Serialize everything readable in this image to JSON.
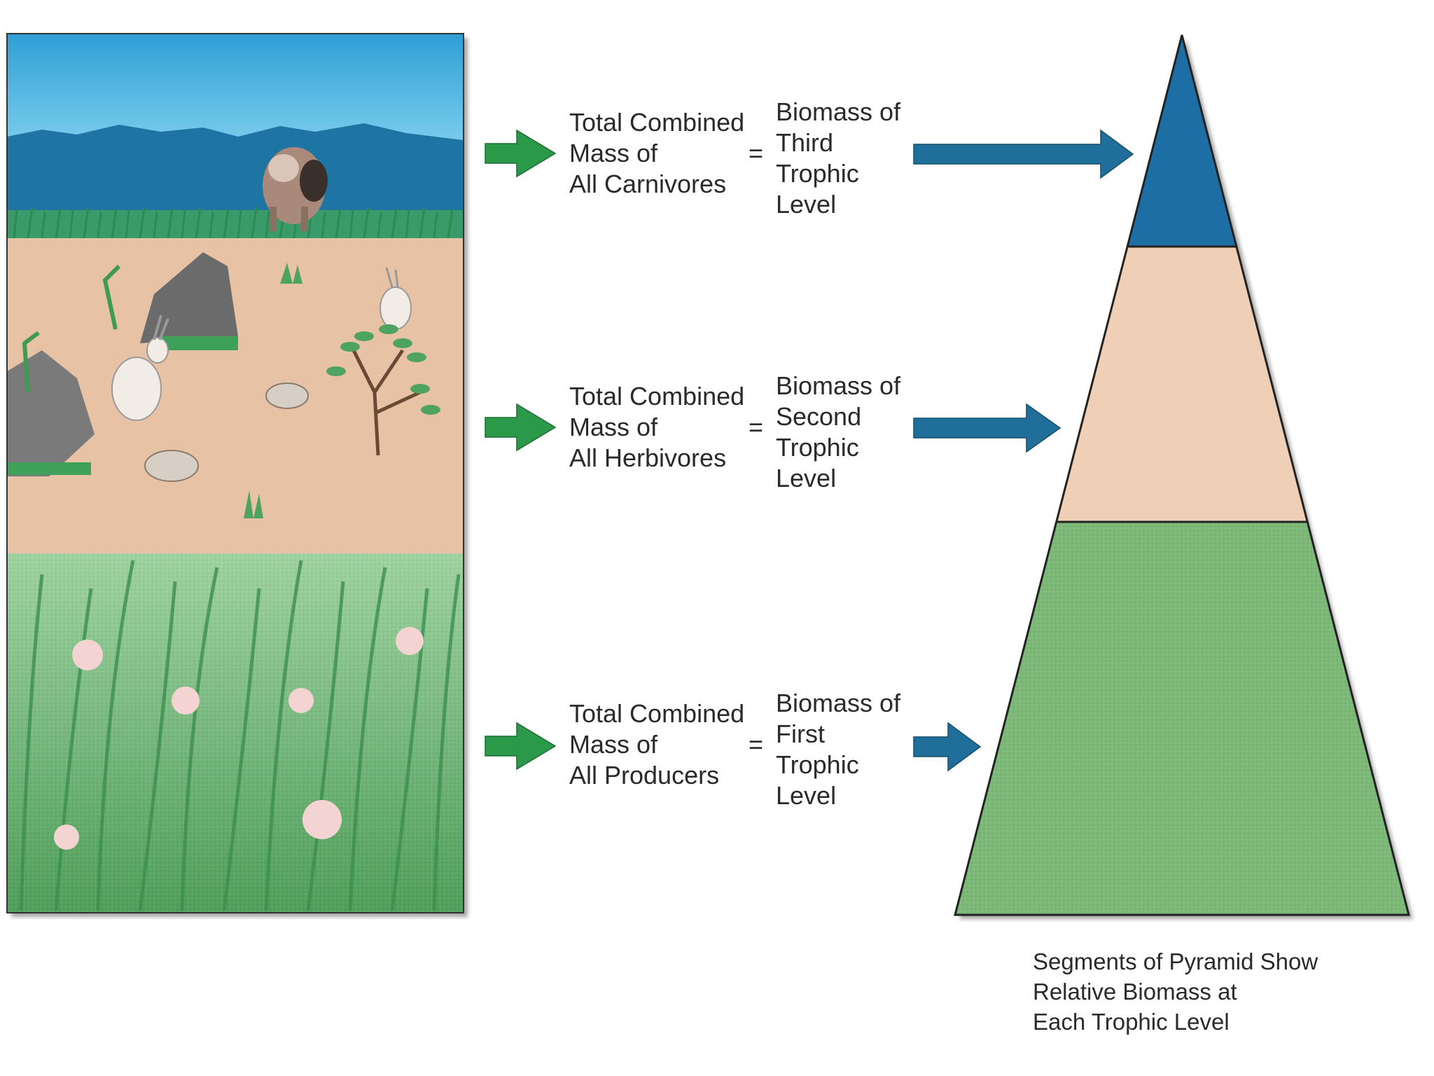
{
  "rows": [
    {
      "mass_lines": [
        "Total Combined",
        "Mass of",
        "All Carnivores"
      ],
      "equals": "=",
      "biomass_lines": [
        "Biomass of",
        "Third",
        "Trophic",
        "Level"
      ]
    },
    {
      "mass_lines": [
        "Total Combined",
        "Mass of",
        "All Herbivores"
      ],
      "equals": "=",
      "biomass_lines": [
        "Biomass of",
        "Second",
        "Trophic",
        "Level"
      ]
    },
    {
      "mass_lines": [
        "Total Combined",
        "Mass of",
        "All Producers"
      ],
      "equals": "=",
      "biomass_lines": [
        "Biomass of",
        "First",
        "Trophic",
        "Level"
      ]
    }
  ],
  "caption_lines": [
    "Segments of Pyramid Show",
    "Relative Biomass at",
    "Each Trophic Level"
  ],
  "colors": {
    "green_arrow": "#2a9a4a",
    "blue_arrow": "#1f6f9a",
    "pyramid_top": "#1f6ea5",
    "pyramid_middle": "#efcfb6",
    "pyramid_bottom": "#7cb978",
    "sky": "#4bb3de",
    "hills": "#1f78a8",
    "ground": "#e8c2a5",
    "grass": "#6fb472"
  }
}
